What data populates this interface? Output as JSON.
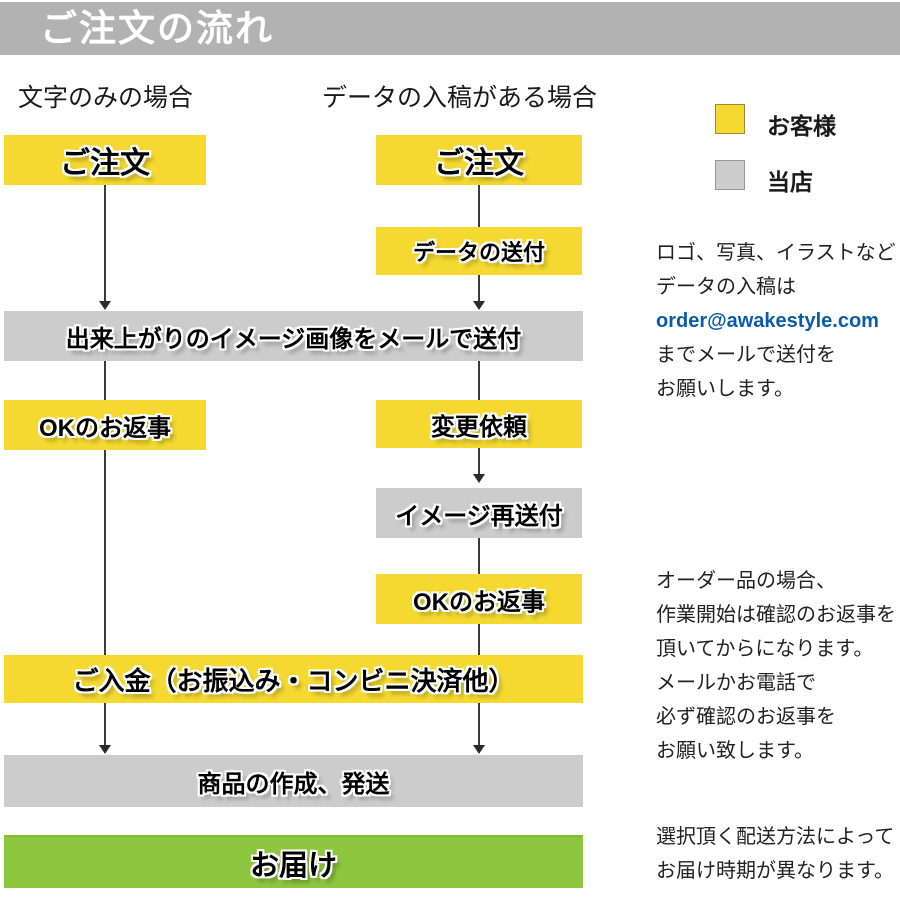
{
  "header": {
    "title": "ご注文の流れ"
  },
  "columns": {
    "left": "文字のみの場合",
    "right": "データの入稿がある場合"
  },
  "legend": {
    "customer": "お客様",
    "shop": "当店",
    "customer_color": "#f5d930",
    "shop_color": "#cccccc"
  },
  "boxes": {
    "order_left": "ご注文",
    "order_right": "ご注文",
    "data_send": "データの送付",
    "image_mail": "出来上がりのイメージ画像をメールで送付",
    "ok_left": "OKのお返事",
    "change_request": "変更依頼",
    "image_resend": "イメージ再送付",
    "ok_right": "OKのお返事",
    "payment": "ご入金（お振込み・コンビニ決済他）",
    "production": "商品の作成、発送",
    "delivery": "お届け"
  },
  "notes": {
    "upload": {
      "line1": "ロゴ、写真、イラストなど",
      "line2": "データの入稿は",
      "email": "order@awakestyle.com",
      "line4": "までメールで送付を",
      "line5": "お願いします。"
    },
    "confirm": {
      "line1": "オーダー品の場合、",
      "line2": "作業開始は確認のお返事を",
      "line3": "頂いてからになります。",
      "line4": "メールかお電話で",
      "line5": "必ず確認のお返事を",
      "line6": "お願い致します。"
    },
    "delivery": {
      "line1": "選択頂く配送方法によって",
      "line2": "お届け時期が異なります。"
    }
  },
  "colors": {
    "title_bar_gray": "#b2b2b2",
    "flow_yellow": "#f5d930",
    "flow_gray": "#cccccc",
    "delivery_green": "#8dc63f",
    "email_blue": "#0a5cab"
  }
}
